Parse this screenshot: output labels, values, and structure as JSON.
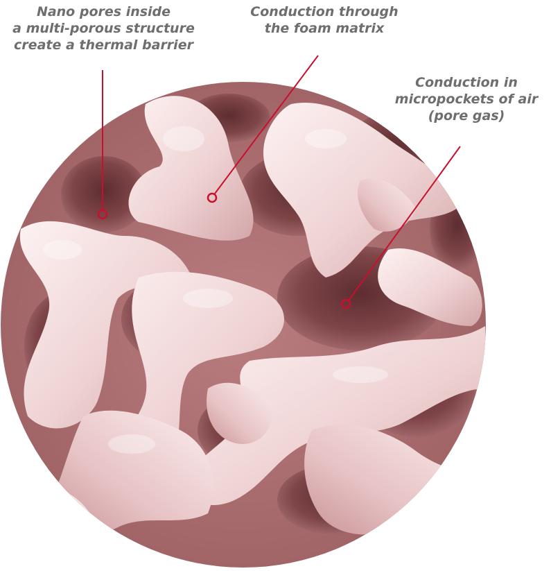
{
  "callouts": [
    {
      "id": "nano",
      "text": "Nano pores inside\na multi-porous structure\ncreate a thermal barrier"
    },
    {
      "id": "matrix",
      "text": "Conduction through\nthe foam matrix"
    },
    {
      "id": "pocket",
      "text": "Conduction in\nmicropockets of air\n(pore gas)"
    }
  ],
  "colors": {
    "label_text": "#6e6e6e",
    "leader_line": "#c8102e",
    "foam_light": "#f7e6e7",
    "foam_mid": "#c98e90",
    "foam_dark": "#6e3b3e"
  }
}
